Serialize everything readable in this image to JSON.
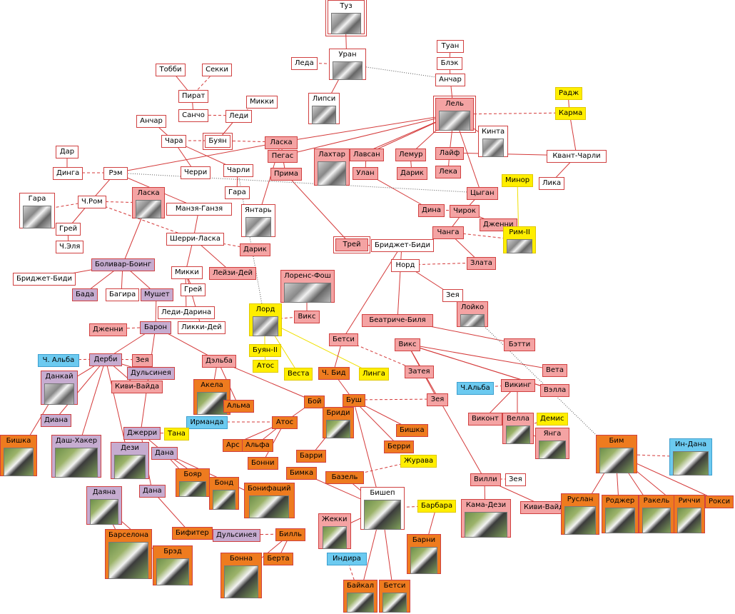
{
  "diagram": {
    "nodes": [
      {
        "id": "tuz",
        "label": "Туз",
        "tone": "white",
        "photo": "bw"
      },
      {
        "id": "uran",
        "label": "Уран",
        "tone": "white",
        "photo": "bw"
      },
      {
        "id": "leda",
        "label": "Леда",
        "tone": "white"
      },
      {
        "id": "lipsi",
        "label": "Липси",
        "tone": "white",
        "photo": "bw"
      },
      {
        "id": "tuan",
        "label": "Туан",
        "tone": "white"
      },
      {
        "id": "blek",
        "label": "Блэк",
        "tone": "white"
      },
      {
        "id": "anchar1",
        "label": "Анчар",
        "tone": "white"
      },
      {
        "id": "lel",
        "label": "Лель",
        "tone": "pink",
        "photo": "bw"
      },
      {
        "id": "radzh",
        "label": "Радж",
        "tone": "yellow"
      },
      {
        "id": "karma",
        "label": "Карма",
        "tone": "yellow"
      },
      {
        "id": "kinta",
        "label": "Кинта",
        "tone": "white",
        "photo": "bw"
      },
      {
        "id": "kvant",
        "label": "Квант-Чарли",
        "tone": "white"
      },
      {
        "id": "lika",
        "label": "Лика",
        "tone": "white"
      },
      {
        "id": "tobbi",
        "label": "Тобби",
        "tone": "white"
      },
      {
        "id": "sekki",
        "label": "Секки",
        "tone": "white"
      },
      {
        "id": "pirat",
        "label": "Пират",
        "tone": "white"
      },
      {
        "id": "mikki1",
        "label": "Микки",
        "tone": "white"
      },
      {
        "id": "sancho",
        "label": "Санчо",
        "tone": "white"
      },
      {
        "id": "ledi",
        "label": "Леди",
        "tone": "white"
      },
      {
        "id": "anchar2",
        "label": "Анчар",
        "tone": "white"
      },
      {
        "id": "chara",
        "label": "Чара",
        "tone": "white"
      },
      {
        "id": "buyan",
        "label": "Буян",
        "tone": "white"
      },
      {
        "id": "laska1",
        "label": "Ласка",
        "tone": "pink"
      },
      {
        "id": "dar",
        "label": "Дар",
        "tone": "white"
      },
      {
        "id": "dinga",
        "label": "Динга",
        "tone": "white"
      },
      {
        "id": "rem",
        "label": "Рэм",
        "tone": "white"
      },
      {
        "id": "cherri",
        "label": "Черри",
        "tone": "white"
      },
      {
        "id": "charli",
        "label": "Чарли",
        "tone": "white"
      },
      {
        "id": "gara1",
        "label": "Гара",
        "tone": "white"
      },
      {
        "id": "pegas",
        "label": "Пегас",
        "tone": "pink"
      },
      {
        "id": "prima",
        "label": "Прима",
        "tone": "pink"
      },
      {
        "id": "lakhtar",
        "label": "Лахтар",
        "tone": "pink",
        "photo": "bw"
      },
      {
        "id": "lavsan",
        "label": "Лавсан",
        "tone": "pink"
      },
      {
        "id": "ulan",
        "label": "Улан",
        "tone": "pink"
      },
      {
        "id": "lemur",
        "label": "Лемур",
        "tone": "pink"
      },
      {
        "id": "darik1",
        "label": "Дарик",
        "tone": "pink"
      },
      {
        "id": "laif",
        "label": "Лайф",
        "tone": "pink"
      },
      {
        "id": "leka",
        "label": "Лека",
        "tone": "pink"
      },
      {
        "id": "minor",
        "label": "Минор",
        "tone": "yellow"
      },
      {
        "id": "gara2",
        "label": "Гара",
        "tone": "white",
        "photo": "bw"
      },
      {
        "id": "chrom",
        "label": "Ч.Ром",
        "tone": "white"
      },
      {
        "id": "laska2",
        "label": "Ласка",
        "tone": "pink",
        "photo": "bw"
      },
      {
        "id": "manzya",
        "label": "Манзя-Ганзя",
        "tone": "white"
      },
      {
        "id": "yantar",
        "label": "Янтарь",
        "tone": "white",
        "photo": "bw"
      },
      {
        "id": "tsygan",
        "label": "Цыган",
        "tone": "pink"
      },
      {
        "id": "dina",
        "label": "Дина",
        "tone": "pink"
      },
      {
        "id": "chirok",
        "label": "Чирок",
        "tone": "pink"
      },
      {
        "id": "dzhenni1",
        "label": "Дженни",
        "tone": "pink"
      },
      {
        "id": "changa",
        "label": "Чанга",
        "tone": "pink"
      },
      {
        "id": "rim",
        "label": "Рим-II",
        "tone": "yellow",
        "photo": "bw"
      },
      {
        "id": "grei1",
        "label": "Грей",
        "tone": "white"
      },
      {
        "id": "chelya",
        "label": "Ч.Эля",
        "tone": "white"
      },
      {
        "id": "sherri",
        "label": "Шерри-Ласка",
        "tone": "white"
      },
      {
        "id": "darik2",
        "label": "Дарик",
        "tone": "pink"
      },
      {
        "id": "trei",
        "label": "Трей",
        "tone": "pink"
      },
      {
        "id": "bridzhet1",
        "label": "Бриджет-Биди",
        "tone": "white"
      },
      {
        "id": "zlata",
        "label": "Злата",
        "tone": "pink"
      },
      {
        "id": "nord",
        "label": "Норд",
        "tone": "white"
      },
      {
        "id": "bolivar",
        "label": "Боливар-Боинг",
        "tone": "lav"
      },
      {
        "id": "bridzhet2",
        "label": "Бриджет-Биди",
        "tone": "white"
      },
      {
        "id": "mikki2",
        "label": "Микки",
        "tone": "white"
      },
      {
        "id": "leizi",
        "label": "Лейзи-Дей",
        "tone": "pink"
      },
      {
        "id": "lorens",
        "label": "Лоренс-Фош",
        "tone": "pink",
        "photo": "bw"
      },
      {
        "id": "zeya1",
        "label": "Зея",
        "tone": "white"
      },
      {
        "id": "loiko",
        "label": "Лойко",
        "tone": "pink",
        "photo": "bw"
      },
      {
        "id": "bada",
        "label": "Бада",
        "tone": "lav"
      },
      {
        "id": "bagira",
        "label": "Багира",
        "tone": "white"
      },
      {
        "id": "mushet",
        "label": "Мушет",
        "tone": "lav"
      },
      {
        "id": "grei2",
        "label": "Грей",
        "tone": "white"
      },
      {
        "id": "ledi_darina",
        "label": "Леди-Дарина",
        "tone": "white"
      },
      {
        "id": "likki",
        "label": "Ликки-Дей",
        "tone": "white"
      },
      {
        "id": "lord",
        "label": "Лорд",
        "tone": "yellow",
        "photo": "bw"
      },
      {
        "id": "viks1",
        "label": "Викс",
        "tone": "pink"
      },
      {
        "id": "beatriche",
        "label": "Беатриче-Биля",
        "tone": "pink"
      },
      {
        "id": "dzhenni2",
        "label": "Дженни",
        "tone": "pink"
      },
      {
        "id": "baron",
        "label": "Барон",
        "tone": "lav"
      },
      {
        "id": "betsi1",
        "label": "Бетси",
        "tone": "pink"
      },
      {
        "id": "betti",
        "label": "Бэтти",
        "tone": "pink"
      },
      {
        "id": "buyan2",
        "label": "Буян-II",
        "tone": "yellow"
      },
      {
        "id": "viks2",
        "label": "Викс",
        "tone": "pink"
      },
      {
        "id": "chalba1",
        "label": "Ч. Альба",
        "tone": "blue"
      },
      {
        "id": "derbi",
        "label": "Дерби",
        "tone": "lav"
      },
      {
        "id": "zeya2",
        "label": "Зея",
        "tone": "pink"
      },
      {
        "id": "delba",
        "label": "Дэльба",
        "tone": "pink"
      },
      {
        "id": "atos1",
        "label": "Атос",
        "tone": "yellow"
      },
      {
        "id": "vesta",
        "label": "Веста",
        "tone": "yellow"
      },
      {
        "id": "chbid",
        "label": "Ч. Бид",
        "tone": "orange"
      },
      {
        "id": "linga",
        "label": "Линга",
        "tone": "yellow"
      },
      {
        "id": "zateya",
        "label": "Затея",
        "tone": "pink"
      },
      {
        "id": "veta",
        "label": "Вета",
        "tone": "pink"
      },
      {
        "id": "dankai",
        "label": "Данкай",
        "tone": "lav",
        "photo": "bw"
      },
      {
        "id": "dulsineya1",
        "label": "Дульсинея",
        "tone": "lav"
      },
      {
        "id": "kivi1",
        "label": "Киви-Вайда",
        "tone": "pink"
      },
      {
        "id": "akela",
        "label": "Акела",
        "tone": "orange",
        "photo": "color"
      },
      {
        "id": "alma",
        "label": "Альма",
        "tone": "orange"
      },
      {
        "id": "boi",
        "label": "Бой",
        "tone": "orange"
      },
      {
        "id": "bush",
        "label": "Буш",
        "tone": "orange"
      },
      {
        "id": "zeya3",
        "label": "Зея",
        "tone": "pink"
      },
      {
        "id": "chalba2",
        "label": "Ч.Альба",
        "tone": "blue"
      },
      {
        "id": "viking",
        "label": "Викинг",
        "tone": "pink"
      },
      {
        "id": "vella1",
        "label": "Вэлла",
        "tone": "pink"
      },
      {
        "id": "diana",
        "label": "Диана",
        "tone": "lav"
      },
      {
        "id": "irmanda",
        "label": "Ирманда",
        "tone": "blue"
      },
      {
        "id": "atos2",
        "label": "Атос",
        "tone": "orange"
      },
      {
        "id": "bridi",
        "label": "Бриди",
        "tone": "orange",
        "photo": "color"
      },
      {
        "id": "bishka1",
        "label": "Бишка",
        "tone": "orange"
      },
      {
        "id": "vikont",
        "label": "Виконт",
        "tone": "pink"
      },
      {
        "id": "vella2",
        "label": "Велла",
        "tone": "pink",
        "photo": "color"
      },
      {
        "id": "demis",
        "label": "Демис",
        "tone": "yellow"
      },
      {
        "id": "yanga",
        "label": "Янга",
        "tone": "pink",
        "photo": "color"
      },
      {
        "id": "bishka2",
        "label": "Бишка",
        "tone": "orange",
        "photo": "color"
      },
      {
        "id": "dash",
        "label": "Даш-Хакер",
        "tone": "lav",
        "photo": "color"
      },
      {
        "id": "dezi",
        "label": "Дези",
        "tone": "lav",
        "photo": "color"
      },
      {
        "id": "dzherri",
        "label": "Джерри",
        "tone": "lav"
      },
      {
        "id": "tana",
        "label": "Тана",
        "tone": "yellow"
      },
      {
        "id": "dana1",
        "label": "Дана",
        "tone": "lav"
      },
      {
        "id": "ars",
        "label": "Арс",
        "tone": "orange"
      },
      {
        "id": "alfa",
        "label": "Альфа",
        "tone": "orange"
      },
      {
        "id": "barri",
        "label": "Барри",
        "tone": "orange"
      },
      {
        "id": "berri",
        "label": "Берри",
        "tone": "orange"
      },
      {
        "id": "bonni",
        "label": "Бонни",
        "tone": "orange"
      },
      {
        "id": "zhurava",
        "label": "Журава",
        "tone": "yellow"
      },
      {
        "id": "bim",
        "label": "Бим",
        "tone": "orange",
        "photo": "color"
      },
      {
        "id": "indana",
        "label": "Ин-Дана",
        "tone": "blue",
        "photo": "color"
      },
      {
        "id": "boyar",
        "label": "Бояр",
        "tone": "orange",
        "photo": "color"
      },
      {
        "id": "bond",
        "label": "Бонд",
        "tone": "orange",
        "photo": "color"
      },
      {
        "id": "bonifatsii",
        "label": "Бонифаций",
        "tone": "orange",
        "photo": "color"
      },
      {
        "id": "bimka",
        "label": "Бимка",
        "tone": "orange"
      },
      {
        "id": "bazel",
        "label": "Базель",
        "tone": "orange"
      },
      {
        "id": "villi",
        "label": "Вилли",
        "tone": "pink"
      },
      {
        "id": "zeya4",
        "label": "Зея",
        "tone": "white"
      },
      {
        "id": "dayana",
        "label": "Даяна",
        "tone": "lav",
        "photo": "color"
      },
      {
        "id": "dana2",
        "label": "Дана",
        "tone": "lav"
      },
      {
        "id": "bishep",
        "label": "Бишеп",
        "tone": "white",
        "photo": "color"
      },
      {
        "id": "barbara",
        "label": "Барбара",
        "tone": "yellow"
      },
      {
        "id": "kama",
        "label": "Кама-Дези",
        "tone": "pink",
        "photo": "color"
      },
      {
        "id": "kivi2",
        "label": "Киви-Вайда",
        "tone": "pink"
      },
      {
        "id": "ruslan",
        "label": "Руслан",
        "tone": "orange",
        "photo": "color"
      },
      {
        "id": "rodzher",
        "label": "Роджер",
        "tone": "orange",
        "photo": "color"
      },
      {
        "id": "rakel",
        "label": "Ракель",
        "tone": "orange",
        "photo": "color"
      },
      {
        "id": "richchi",
        "label": "Риччи",
        "tone": "orange",
        "photo": "color"
      },
      {
        "id": "roksi",
        "label": "Рокси",
        "tone": "orange"
      },
      {
        "id": "zhekki",
        "label": "Жекки",
        "tone": "pink",
        "photo": "color"
      },
      {
        "id": "bifiter",
        "label": "Бифитер",
        "tone": "orange"
      },
      {
        "id": "dulsineya2",
        "label": "Дульсинея",
        "tone": "lav"
      },
      {
        "id": "bill",
        "label": "Билль",
        "tone": "orange"
      },
      {
        "id": "barselona",
        "label": "Барселона",
        "tone": "orange",
        "photo": "color"
      },
      {
        "id": "bred",
        "label": "Брэд",
        "tone": "orange",
        "photo": "color"
      },
      {
        "id": "bonna",
        "label": "Бонна",
        "tone": "orange",
        "photo": "color"
      },
      {
        "id": "berta",
        "label": "Берта",
        "tone": "orange"
      },
      {
        "id": "indira",
        "label": "Индира",
        "tone": "blue"
      },
      {
        "id": "barni",
        "label": "Барни",
        "tone": "orange",
        "photo": "color"
      },
      {
        "id": "baikal",
        "label": "Байкал",
        "tone": "orange",
        "photo": "color"
      },
      {
        "id": "betsi2",
        "label": "Бетси",
        "tone": "orange",
        "photo": "color"
      }
    ],
    "colors": {
      "white": "#ffffff",
      "pink": "#f4a3a3",
      "salmon": "#ee8b7a",
      "lav": "#c6acd0",
      "orange": "#ee7b1f",
      "yellow": "#ffee00",
      "blue": "#6ccaf0",
      "line_red": "#d43a3a",
      "line_yellow": "#f0e000",
      "line_dotted": "#555555"
    }
  }
}
